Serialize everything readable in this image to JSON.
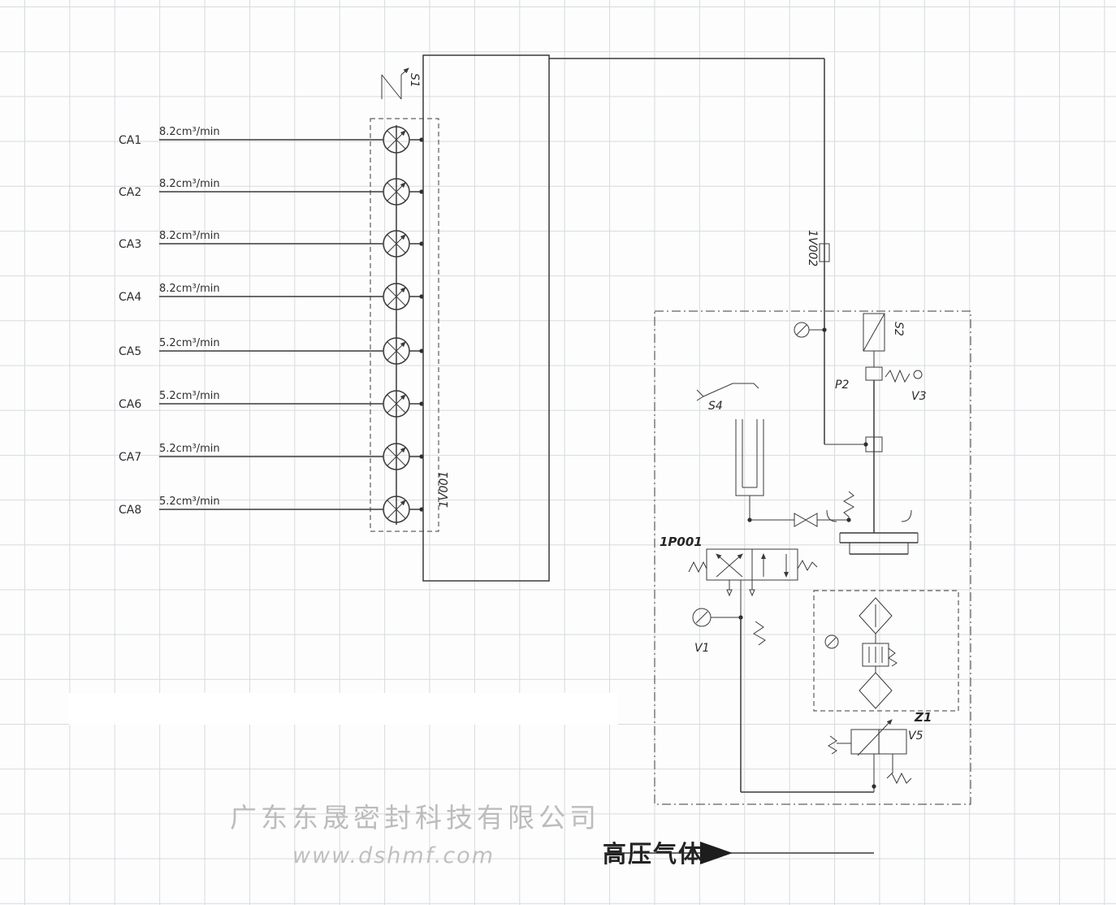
{
  "channels": [
    {
      "name": "CA1",
      "flow": "8.2cm³/min"
    },
    {
      "name": "CA2",
      "flow": "8.2cm³/min"
    },
    {
      "name": "CA3",
      "flow": "8.2cm³/min"
    },
    {
      "name": "CA4",
      "flow": "8.2cm³/min"
    },
    {
      "name": "CA5",
      "flow": "5.2cm³/min"
    },
    {
      "name": "CA6",
      "flow": "5.2cm³/min"
    },
    {
      "name": "CA7",
      "flow": "5.2cm³/min"
    },
    {
      "name": "CA8",
      "flow": "5.2cm³/min"
    }
  ],
  "labels": {
    "s1": "S1",
    "v001": "1V001",
    "v002": "1V002",
    "s2": "S2",
    "p2": "P2",
    "v3": "V3",
    "s4": "S4",
    "p001": "1P001",
    "v1": "V1",
    "z1": "Z1",
    "v5": "V5"
  },
  "outlet_label": "高压气体",
  "watermark": {
    "company": "广东东晟密封科技有限公司",
    "website": "www.dshmf.com"
  },
  "colors": {
    "line": "#3a3a3a",
    "grid": "#d7dbdf",
    "watermark": "#bcbcbc"
  }
}
